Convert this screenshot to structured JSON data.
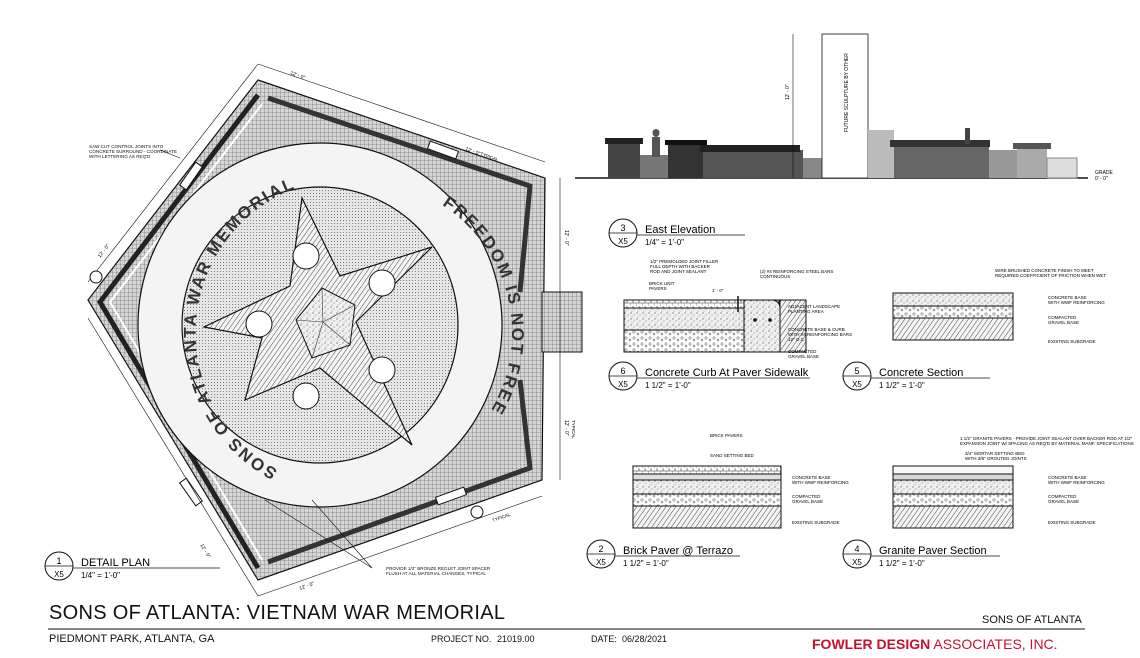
{
  "plan": {
    "ring_text_left": "SONS OF ATLANTA WAR MEMORIAL",
    "ring_text_right": "FREEDOM IS NOT FREE",
    "note_control_joints": [
      "SAW CUT CONTROL JOINTS INTO",
      "CONCRETE SURROUND - COORDINATE",
      "WITH LETTERING AS REQ'D"
    ],
    "note_bronze_reglet": [
      "PROVIDE 1/2\" BRONZE REGLET JOINT SPACER",
      "FLUSH AT ALL MATERIAL CHANGES, TYPICAL"
    ],
    "dim_12": "12' - 0\"",
    "dim_typical": "TYPICAL",
    "callout_number": "1",
    "callout_sheet": "X5",
    "callout_title": "DETAIL PLAN",
    "callout_scale": "1/4\" = 1'-0\""
  },
  "elevation": {
    "sculpture_label": "FUTURE SCULPTURE BY OTHER",
    "height_dim": "12' - 0\"",
    "grade_label": "GRADE",
    "grade_value": "0' - 0\"",
    "callout_number": "3",
    "callout_sheet": "X5",
    "callout_title": "East Elevation",
    "callout_scale": "1/4\" = 1'-0\""
  },
  "detail6": {
    "note_joint_filler": [
      "1/2\" PREMOLDED JOINT FILLER",
      "FULL DEPTH WITH BACKER",
      "ROD AND JOINT SEALANT"
    ],
    "note_rebar": [
      "(2) #4 REINFORCING STEEL BARS",
      "CONTINUOUS"
    ],
    "note_brick_pavers": [
      "BRICK UNIT",
      "PAVERS"
    ],
    "note_landscape": [
      "ADJACENT LANDSCAPE",
      "PLANTING AREA"
    ],
    "note_concrete_base": [
      "CONCRETE BASE & CURB",
      "WITH #4 REINFORCING BARS",
      "12\" O.C."
    ],
    "note_gravel": [
      "COMPACTED",
      "GRAVEL BASE"
    ],
    "dim_width": "1' - 0\"",
    "callout_number": "6",
    "callout_sheet": "X5",
    "callout_title": "Concrete Curb At Paver Sidewalk",
    "callout_scale": "1 1/2\" = 1'-0\""
  },
  "detail5": {
    "note_finish": [
      "WIRE BRUSHED CONCRETE FINISH TO MEET",
      "REQUIRED COEFFICIENT OF FRICTION WHEN WET"
    ],
    "note_concrete": [
      "CONCRETE BASE",
      "WITH WWF REINFORCING"
    ],
    "note_gravel": [
      "COMPACTED",
      "GRAVEL BASE"
    ],
    "note_subgrade": "EXISTING SUBGRADE",
    "callout_number": "5",
    "callout_sheet": "X5",
    "callout_title": "Concrete Section",
    "callout_scale": "1 1/2\" = 1'-0\""
  },
  "detail2": {
    "note_pavers": "BRICK PAVERS",
    "note_sand": "SAND SETTING BED",
    "note_concrete": [
      "CONCRETE BASE",
      "WITH WWF REINFORCING"
    ],
    "note_gravel": [
      "COMPACTED",
      "GRAVEL BASE"
    ],
    "note_subgrade": "EXISTING SUBGRADE",
    "callout_number": "2",
    "callout_sheet": "X5",
    "callout_title": "Brick Paver @ Terrazo",
    "callout_scale": "1 1/2\" = 1'-0\""
  },
  "detail4": {
    "note_granite": [
      "1 1/2\" GRANITE PAVERS - PROVIDE JOINT SEALANT OVER BACKER ROD AT 1/2\"",
      "EXPANSION JOINT W/ SPACING AS REQ'D BY MATERIAL MANF. SPECIFICATIONS"
    ],
    "note_mortar": [
      "3/4\" MORTAR SETTING BED",
      "WITH 3/8\" GROUTED JOINTS"
    ],
    "note_concrete": [
      "CONCRETE BASE",
      "WITH WWF REINFORCING"
    ],
    "note_gravel": [
      "COMPACTED",
      "GRAVEL BASE"
    ],
    "note_subgrade": "EXISTING SUBGRADE",
    "callout_number": "4",
    "callout_sheet": "X5",
    "callout_title": "Granite Paver Section",
    "callout_scale": "1 1/2\" = 1'-0\""
  },
  "title_block": {
    "title": "SONS OF ATLANTA: VIETNAM WAR MEMORIAL",
    "location": "PIEDMONT PARK, ATLANTA, GA",
    "project_label": "PROJECT NO.",
    "project_no": "21019.00",
    "date_label": "DATE:",
    "date": "06/28/2021",
    "client": "SONS OF ATLANTA",
    "firm_bold": "FOWLER DESIGN",
    "firm_rest": " ASSOCIATES, INC.",
    "firm_color": "#c8102e"
  }
}
